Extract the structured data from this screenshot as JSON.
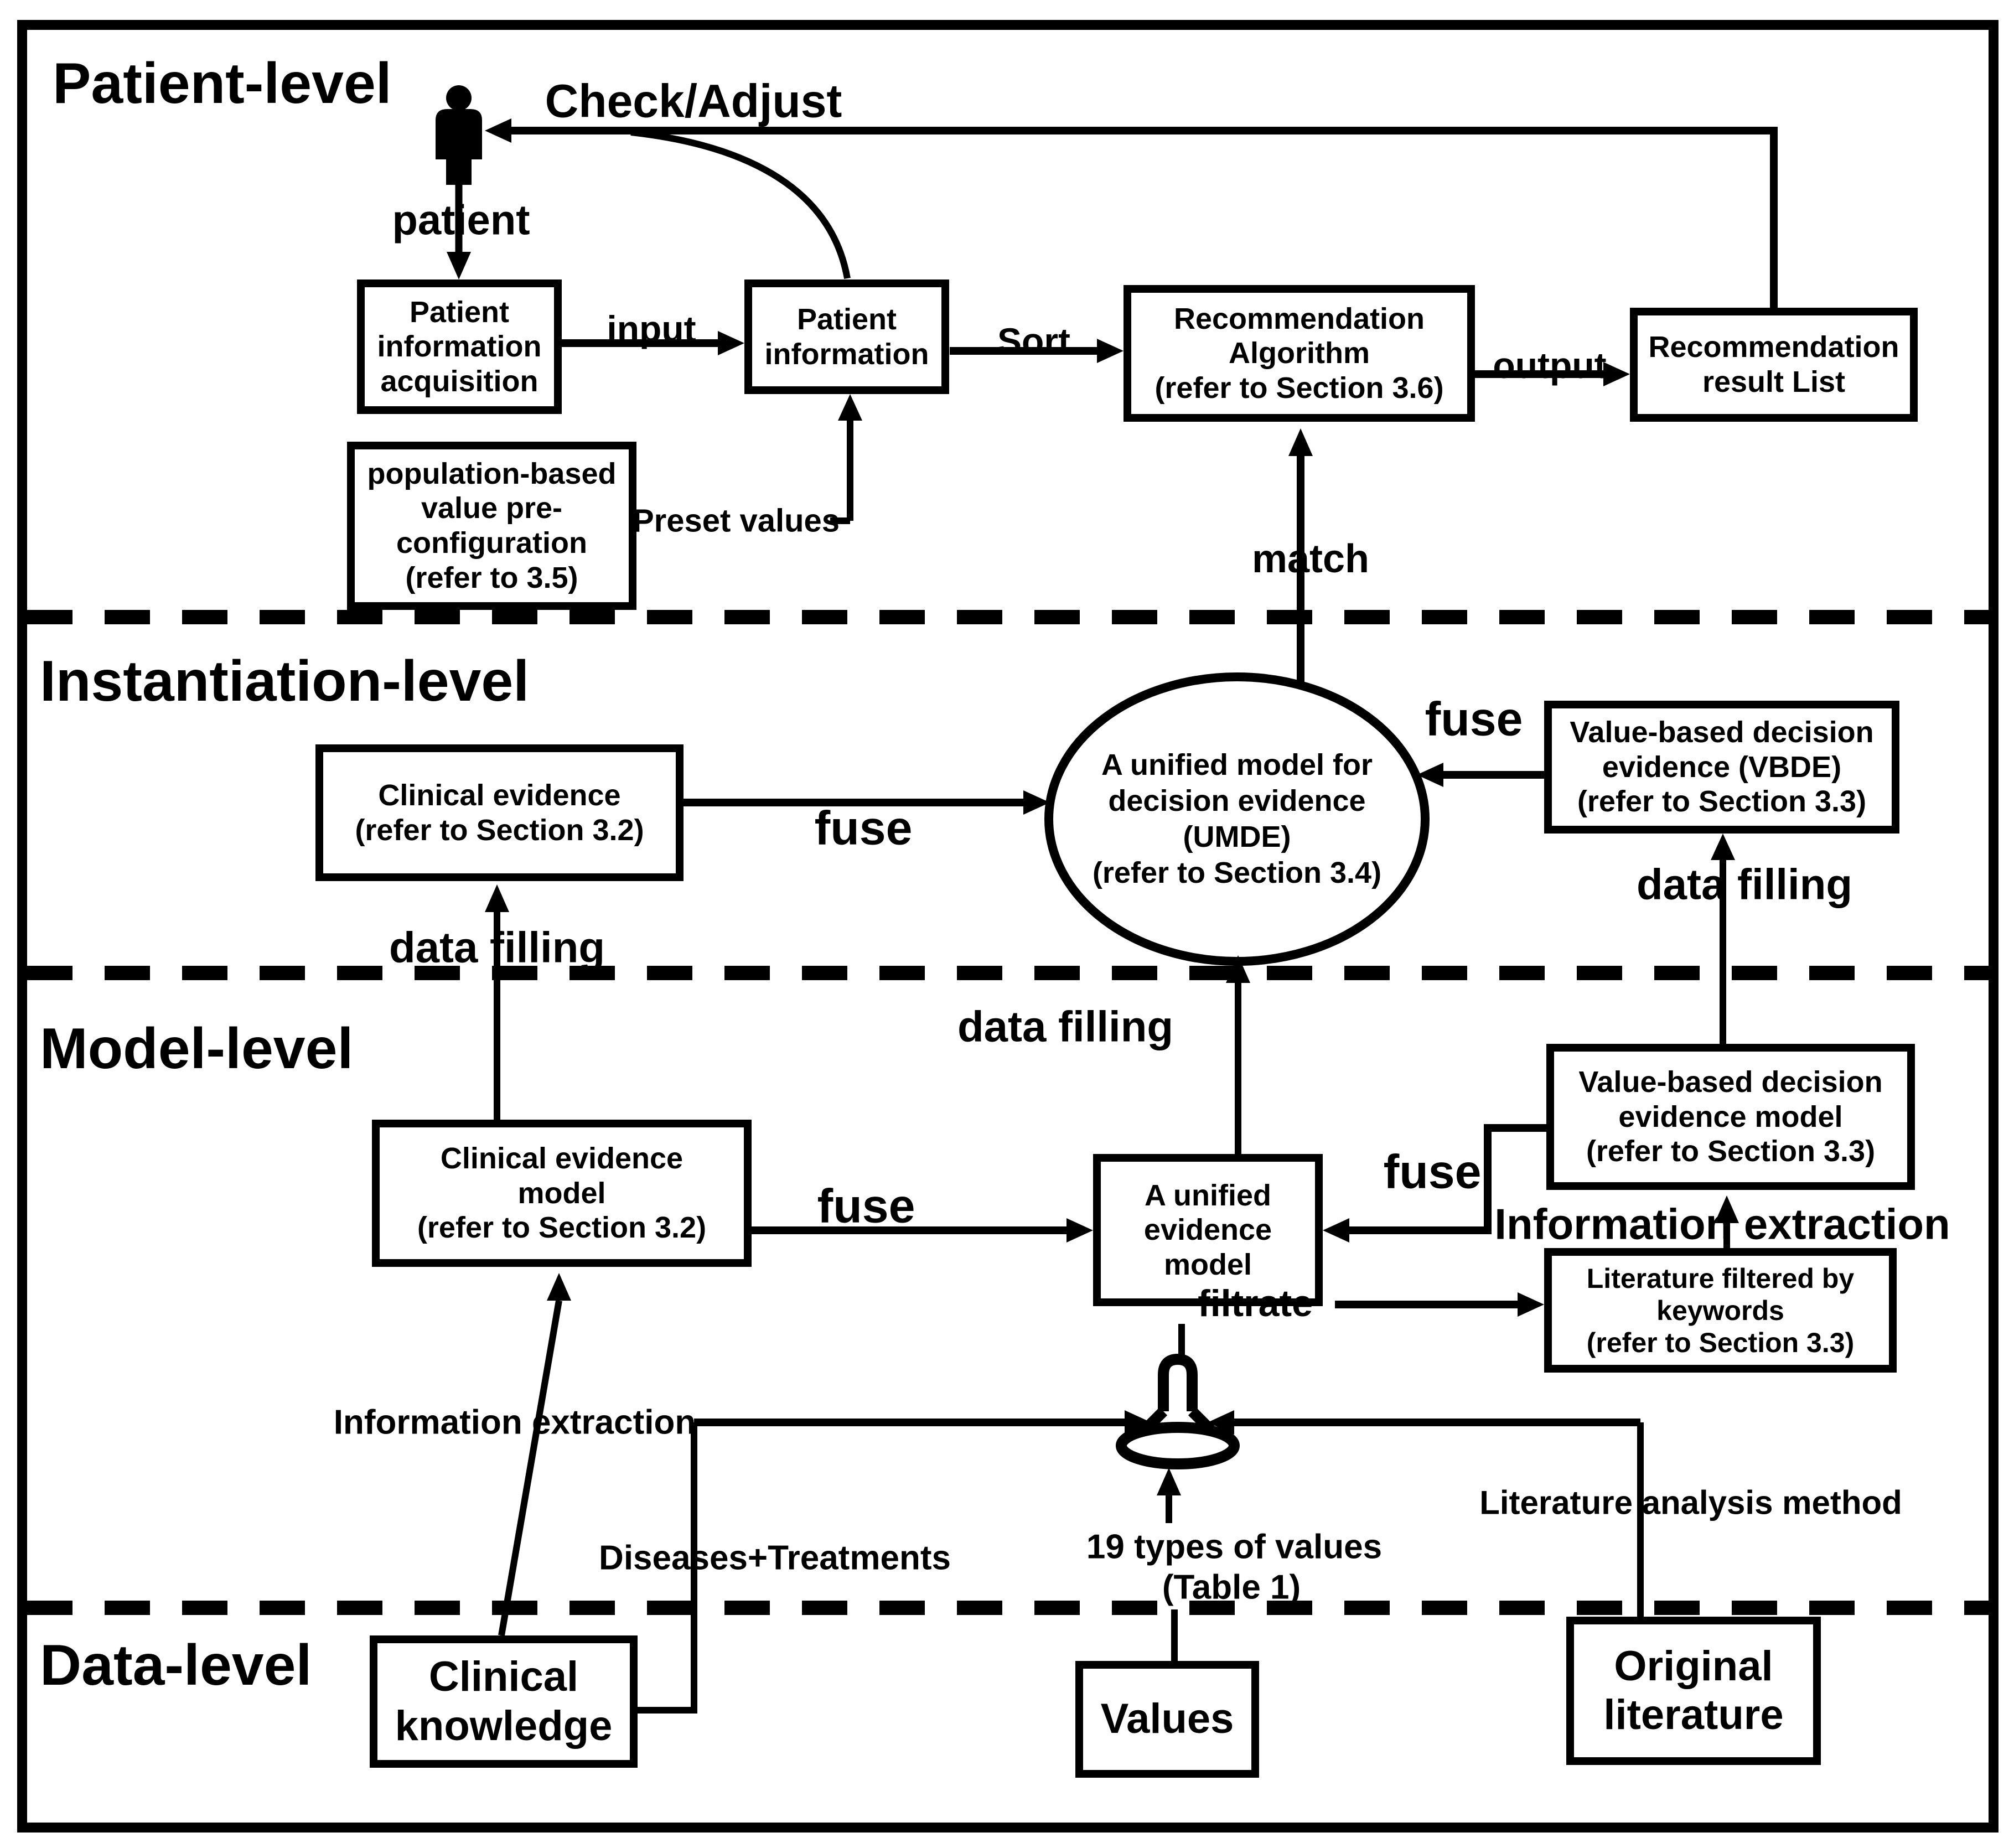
{
  "titles": {
    "patient_level": "Patient-level",
    "instantiation_level": "Instantiation-level",
    "model_level": "Model-level",
    "data_level": "Data-level"
  },
  "patient_level": {
    "person_icon": "person-icon",
    "labels": {
      "patient": "patient",
      "check_adjust": "Check/Adjust",
      "input": "input",
      "sort": "Sort",
      "output": "output",
      "preset_values": "Preset values",
      "match": "match"
    },
    "boxes": {
      "acquisition": {
        "lines": [
          "Patient",
          "information",
          "acquisition"
        ]
      },
      "patient_info": {
        "lines": [
          "Patient",
          "information"
        ]
      },
      "rec_algorithm": {
        "lines": [
          "Recommendation",
          "Algorithm",
          "(refer to Section 3.6)"
        ]
      },
      "rec_result": {
        "lines": [
          "Recommendation",
          "result List"
        ]
      },
      "population": {
        "lines": [
          "population-based",
          "value pre-",
          "configuration",
          "(refer to 3.5)"
        ]
      }
    }
  },
  "instantiation_level": {
    "labels": {
      "fuse_left": "fuse",
      "fuse_right": "fuse",
      "data_filling_left": "data filling",
      "data_filling_right": "data filling"
    },
    "umde_ellipse": {
      "lines": [
        "A unified model for",
        "decision evidence",
        "(UMDE)",
        "(refer to Section 3.4)"
      ]
    },
    "boxes": {
      "clinical_evidence": {
        "lines": [
          "Clinical evidence",
          "(refer to Section 3.2)"
        ]
      },
      "vbde": {
        "lines": [
          "Value-based decision",
          "evidence (VBDE)",
          "(refer to Section 3.3)"
        ]
      }
    }
  },
  "model_level": {
    "labels": {
      "fuse_left": "fuse",
      "fuse_right": "fuse",
      "data_filling_center": "data filling",
      "information_extraction_big": "Information extraction",
      "filtrate": "filtrate"
    },
    "funnel_icon": "funnel-icon",
    "boxes": {
      "clinical_model": {
        "lines": [
          "Clinical evidence",
          "model",
          "(refer to Section 3.2)"
        ]
      },
      "unified_model": {
        "lines": [
          "A unified",
          "evidence",
          "model"
        ]
      },
      "vbde_model": {
        "lines": [
          "Value-based decision",
          "evidence model",
          "(refer to Section 3.3)"
        ]
      },
      "literature_filtered": {
        "lines": [
          "Literature filtered by",
          "keywords",
          "(refer to Section 3.3)"
        ]
      }
    }
  },
  "data_level": {
    "labels": {
      "information_extraction": "Information extraction",
      "diseases_treatments": "Diseases+Treatments",
      "nineteen_values": "19 types of values",
      "table1": "(Table 1)",
      "literature_analysis": "Literature analysis method"
    },
    "boxes": {
      "clinical_knowledge": {
        "lines": [
          "Clinical",
          "knowledge"
        ]
      },
      "values": {
        "lines": [
          "Values"
        ]
      },
      "original_literature": {
        "lines": [
          "Original",
          "literature"
        ]
      }
    }
  },
  "colors": {
    "ink": "#000000",
    "background": "#ffffff"
  }
}
